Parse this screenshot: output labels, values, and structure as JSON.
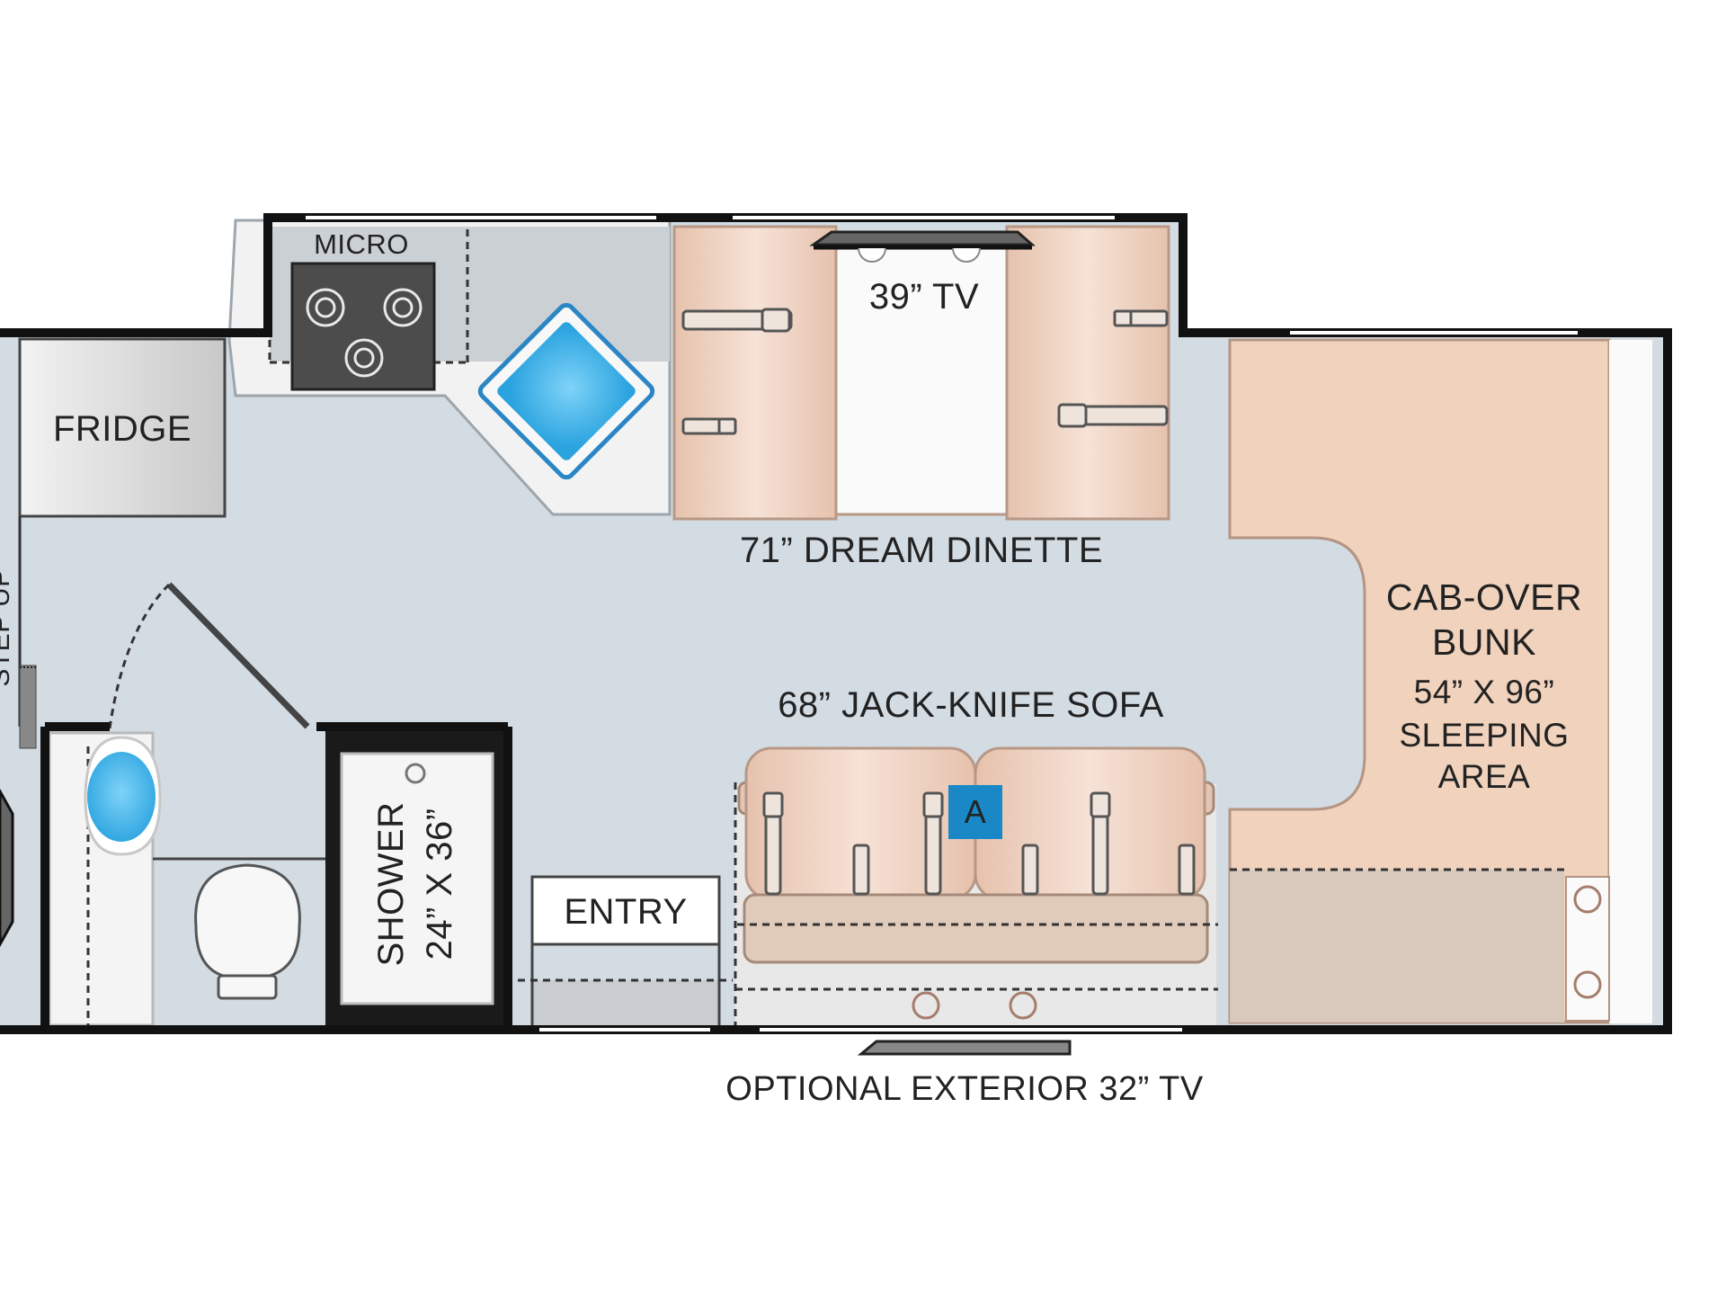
{
  "labels": {
    "micro": "MICRO",
    "fridge": "FRIDGE",
    "tv_interior": "39” TV",
    "dinette": "71” DREAM DINETTE",
    "sofa": "68” JACK-KNIFE SOFA",
    "bunk_line1": "CAB-OVER",
    "bunk_line2": "BUNK",
    "bunk_dims": "54” X 96”",
    "bunk_line3": "SLEEPING",
    "bunk_line4": "AREA",
    "shower_line1": "SHOWER",
    "shower_line2": "24” X 36”",
    "entry": "ENTRY",
    "exterior_tv": "OPTIONAL EXTERIOR 32” TV",
    "step": "STEP UP",
    "marker_a": "A"
  },
  "colors": {
    "floor": "#d3dbe3",
    "wall": "#111111",
    "cushion": "#efd3c2",
    "cushion_edge": "#b79886",
    "bunk": "#f0d2bd",
    "water": "#4fb8ea",
    "marker": "#1a88c6"
  }
}
